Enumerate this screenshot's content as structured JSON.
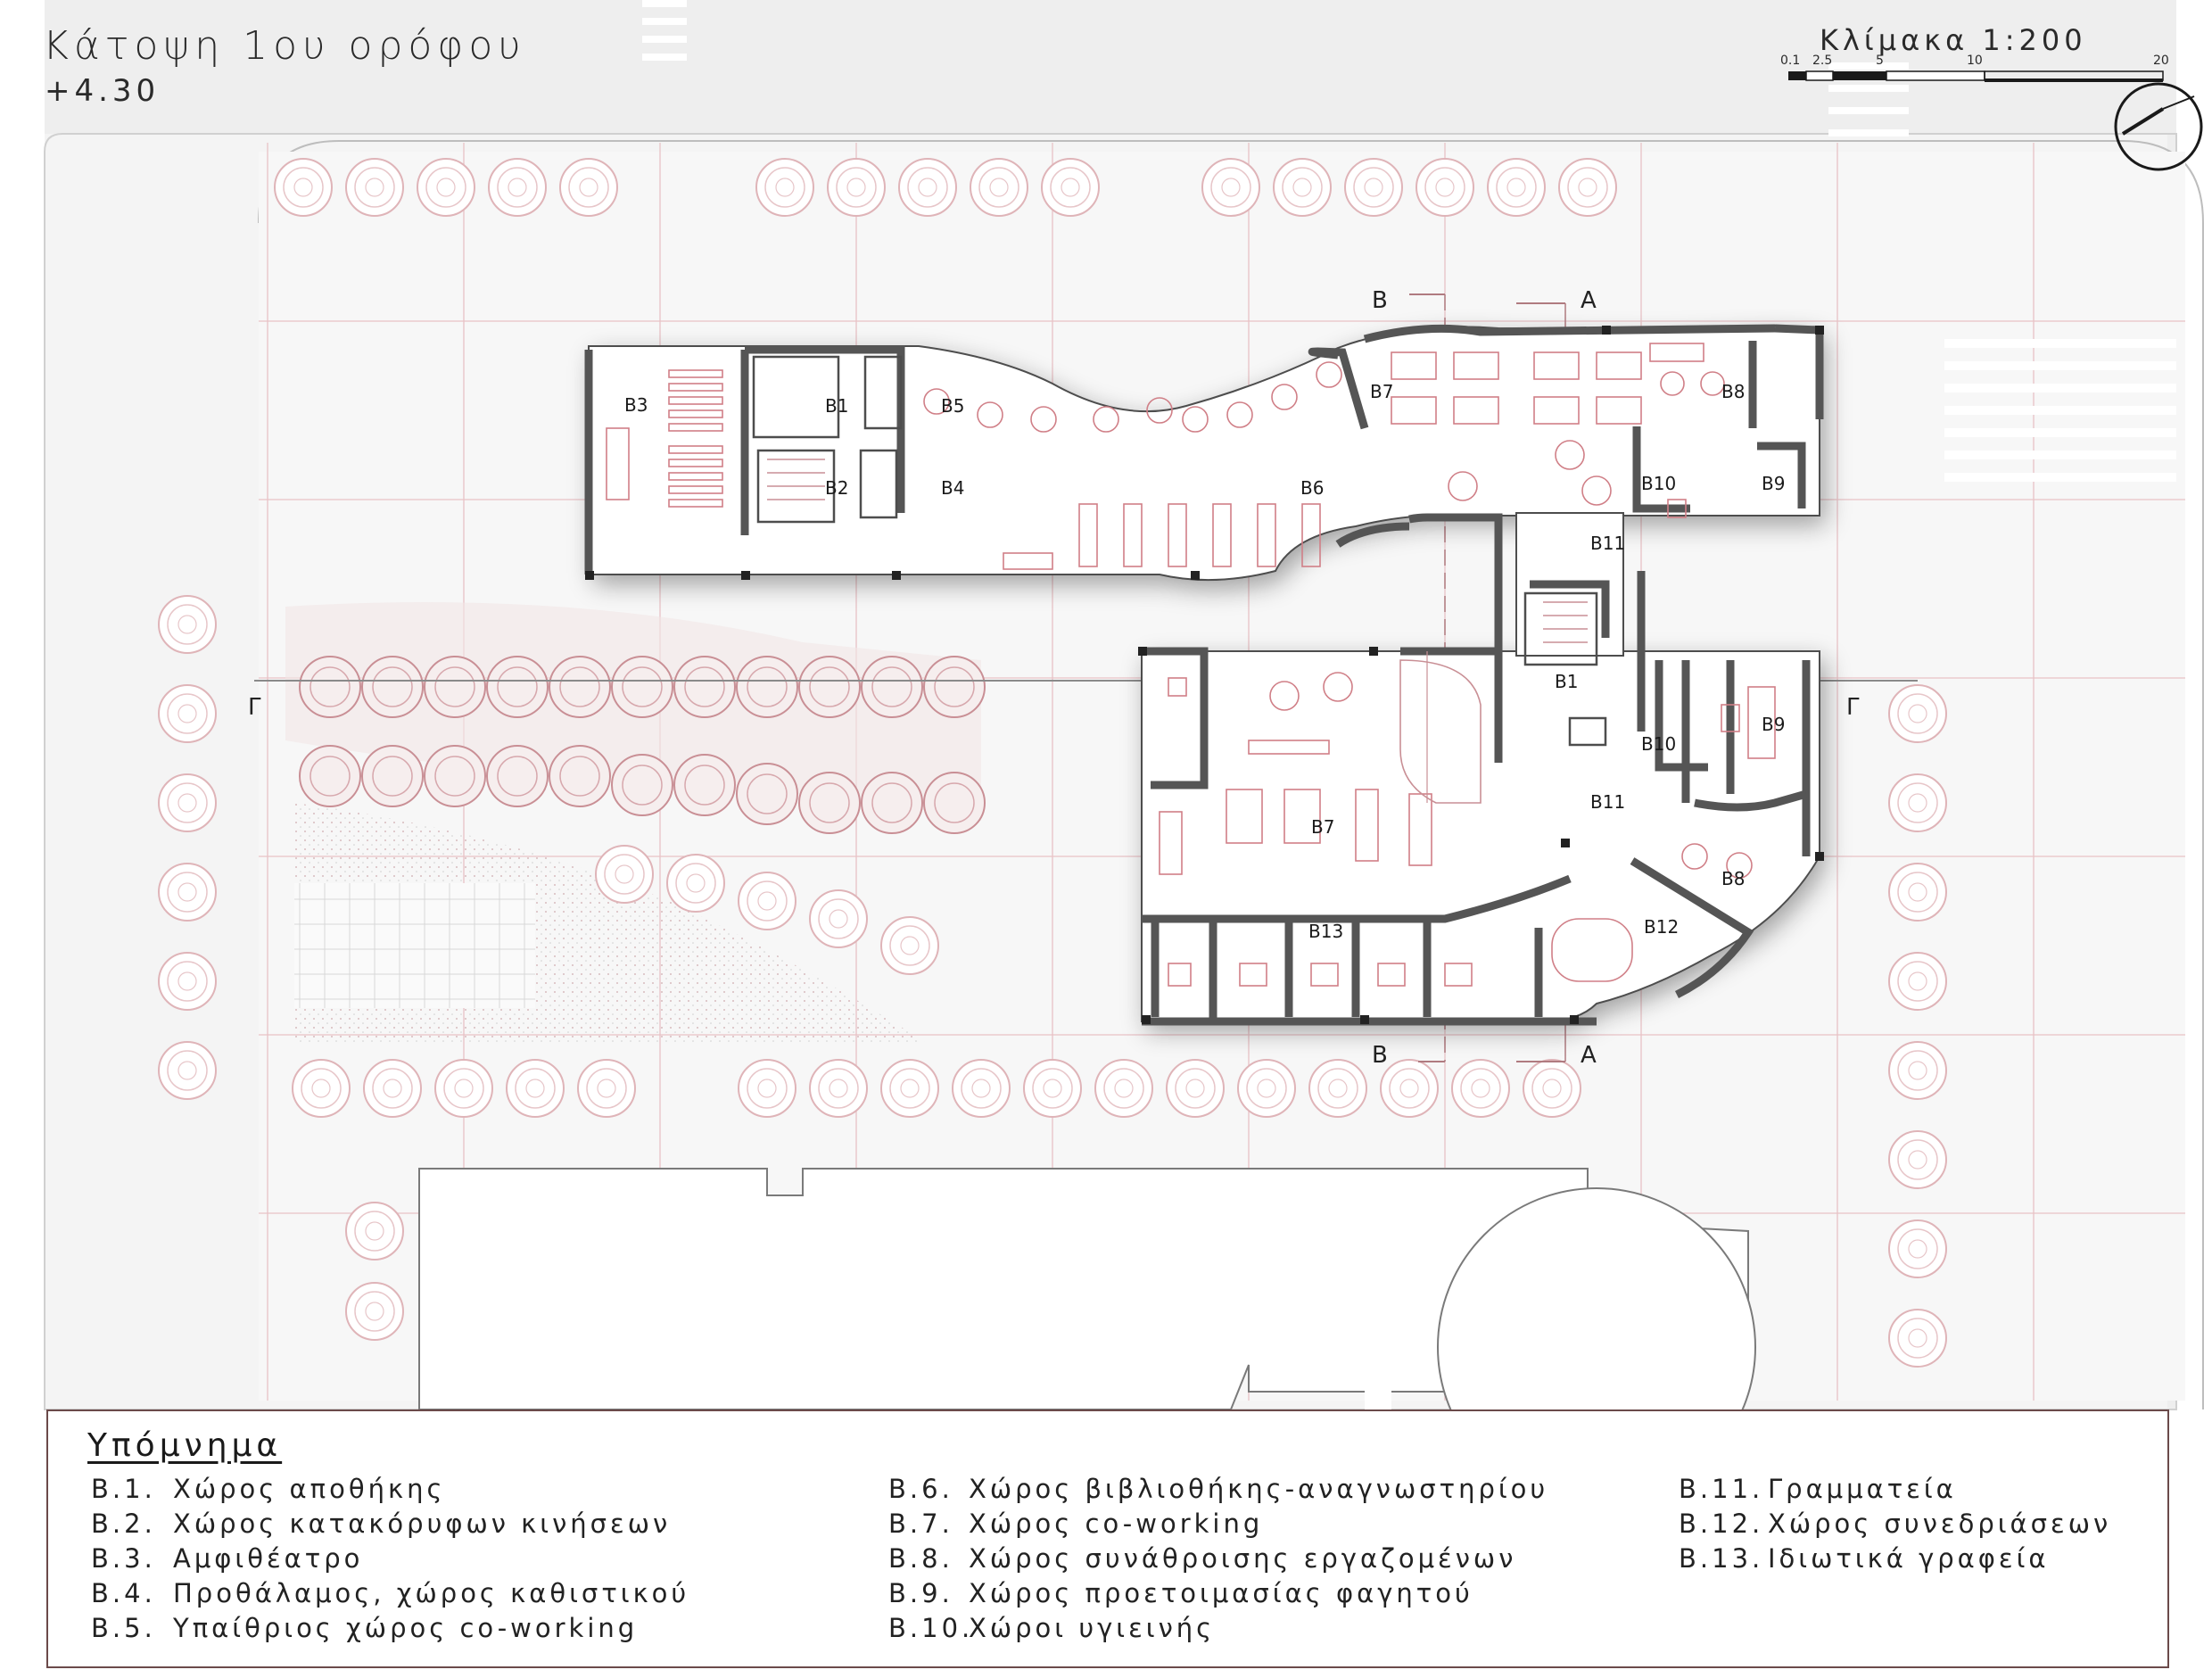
{
  "header": {
    "title": "Κάτοψη 1ου ορόφου",
    "level": "+4.30",
    "scale_label": "Κλίμακα 1:200",
    "scale_ticks": [
      "0.1",
      "2.5",
      "5",
      "10",
      "20"
    ]
  },
  "section_marks": [
    "B",
    "A",
    "B",
    "A",
    "Γ",
    "Γ"
  ],
  "rooms": [
    "B3",
    "B1",
    "B2",
    "B5",
    "B4",
    "B6",
    "B7",
    "B8",
    "B10",
    "B9",
    "B11",
    "B1",
    "B10",
    "B9",
    "B11",
    "B7",
    "B8",
    "B12",
    "B13"
  ],
  "legend": {
    "title": "Υπόμνημα",
    "col1": [
      {
        "code": "B.1.",
        "text": "Χώρος αποθήκης"
      },
      {
        "code": "B.2.",
        "text": "Χώρος κατακόρυφων κινήσεων"
      },
      {
        "code": "B.3.",
        "text": "Αμφιθέατρο"
      },
      {
        "code": "B.4.",
        "text": "Προθάλαμος, χώρος καθιστικού"
      },
      {
        "code": "B.5.",
        "text": "Υπαίθριος χώρος co-working"
      }
    ],
    "col2": [
      {
        "code": "B.6.",
        "text": "Χώρος βιβλιοθήκης-αναγνωστηρίου"
      },
      {
        "code": "B.7.",
        "text": "Χώρος co-working"
      },
      {
        "code": "B.8.",
        "text": "Χώρος συνάθροισης εργαζομένων"
      },
      {
        "code": "B.9.",
        "text": "Χώρος προετοιμασίας φαγητού"
      },
      {
        "code": "B.10.",
        "text": "Χώροι υγιεινής"
      }
    ],
    "col3": [
      {
        "code": "B.11.",
        "text": "Γραμματεία"
      },
      {
        "code": "B.12.",
        "text": "Χώρος συνεδριάσεων"
      },
      {
        "code": "B.13.",
        "text": "Ιδιωτικά γραφεία"
      }
    ]
  },
  "colors": {
    "ground": "#efefef",
    "accent_red": "#d9a4a8",
    "wall": "#5a5a5a",
    "legend_border": "#6b4a4a"
  }
}
